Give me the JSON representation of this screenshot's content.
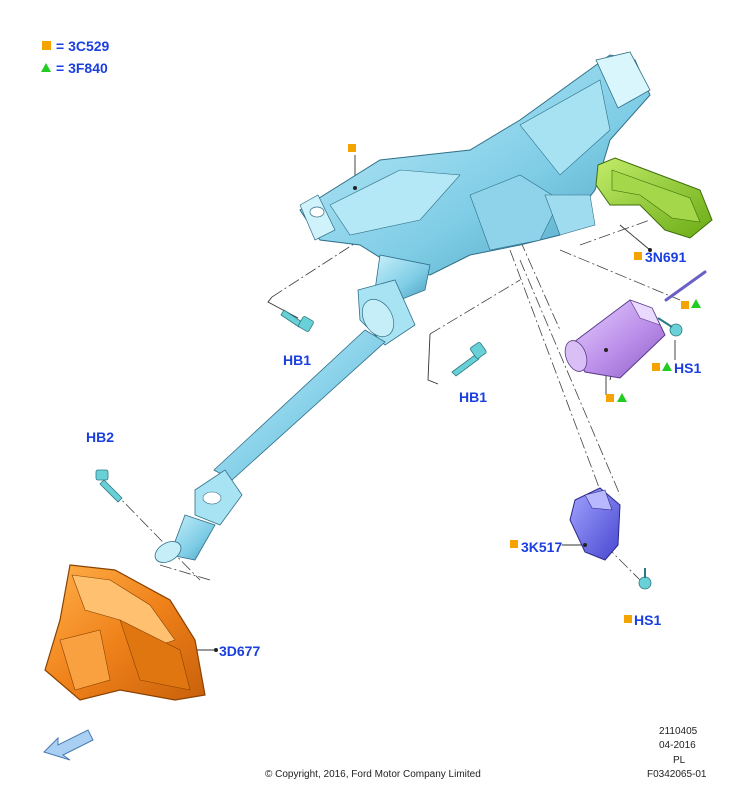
{
  "legend": [
    {
      "symbol": "square",
      "color": "#f5a300",
      "text": "= 3C529"
    },
    {
      "symbol": "triangle",
      "color": "#22cc22",
      "text": "= 3F840"
    }
  ],
  "callouts": {
    "column": "3C529",
    "bracket": "3N691",
    "hb1_left": "HB1",
    "hb1_mid": "HB1",
    "hb2": "HB2",
    "hs1_upper": "HS1",
    "hs1_lower": "HS1",
    "module": "3K517",
    "shroud": "3D677"
  },
  "footer": {
    "copyright": "© Copyright, 2016, Ford Motor Company Limited",
    "code1": "2110405",
    "date": "04-2016",
    "lang": "PL",
    "ref": "F0342065-01"
  },
  "colors": {
    "label": "#1a3fe0",
    "column": "#8fd8f0",
    "bracket": "#8ccf2a",
    "motor": "#c89ef0",
    "module": "#6f6ff0",
    "shroud": "#f08a1a",
    "square": "#f5a300",
    "triangle": "#22cc22"
  }
}
